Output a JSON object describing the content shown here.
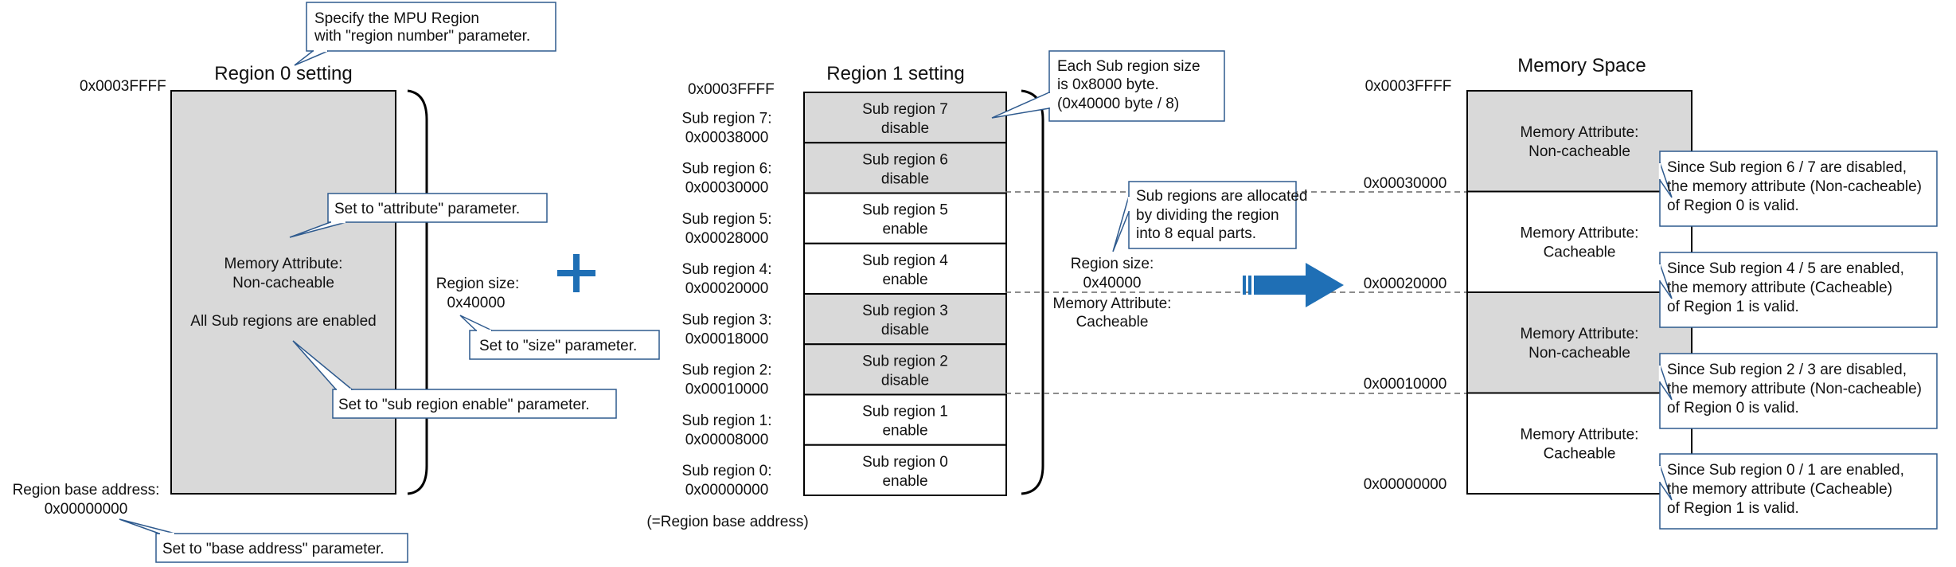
{
  "colors": {
    "line": "#000000",
    "disabled_fill": "#d9d9d9",
    "enabled_fill": "#ffffff",
    "callout_border": "#2e5a8e",
    "accent_blue": "#1f6fb5"
  },
  "icons": {
    "plus": "plus-icon",
    "arrow": "right-arrow-icon"
  },
  "region0": {
    "title": "Region 0 setting",
    "top_address": "0x0003FFFF",
    "attribute": [
      "Memory Attribute:",
      "Non-cacheable"
    ],
    "all_enabled": "All Sub regions are enabled",
    "size": [
      "Region size:",
      "0x40000"
    ],
    "base": [
      "Region base address:",
      "0x00000000"
    ]
  },
  "region1": {
    "title": "Region 1 setting",
    "top_address": "0x0003FFFF",
    "subregions": [
      {
        "name": "Sub region 7",
        "state": "disable",
        "boundary": [
          "Sub region 7:",
          "0x00038000"
        ]
      },
      {
        "name": "Sub region 6",
        "state": "disable",
        "boundary": [
          "Sub region 6:",
          "0x00030000"
        ]
      },
      {
        "name": "Sub region 5",
        "state": "enable",
        "boundary": [
          "Sub region 5:",
          "0x00028000"
        ]
      },
      {
        "name": "Sub region 4",
        "state": "enable",
        "boundary": [
          "Sub region 4:",
          "0x00020000"
        ]
      },
      {
        "name": "Sub region 3",
        "state": "disable",
        "boundary": [
          "Sub region 3:",
          "0x00018000"
        ]
      },
      {
        "name": "Sub region 2",
        "state": "disable",
        "boundary": [
          "Sub region 2:",
          "0x00010000"
        ]
      },
      {
        "name": "Sub region 1",
        "state": "enable",
        "boundary": [
          "Sub region 1:",
          "0x00008000"
        ]
      },
      {
        "name": "Sub region 0",
        "state": "enable",
        "boundary": [
          "Sub region 0:",
          "0x00000000"
        ]
      }
    ],
    "base_note": "(=Region base address)",
    "size": [
      "Region size:",
      "0x40000"
    ],
    "attribute": [
      "Memory Attribute:",
      "Cacheable"
    ]
  },
  "memory_space": {
    "title": "Memory Space",
    "addresses": [
      "0x0003FFFF",
      "0x00030000",
      "0x00020000",
      "0x00010000",
      "0x00000000"
    ],
    "blocks": [
      {
        "lines": [
          "Memory Attribute:",
          "Non-cacheable"
        ],
        "shaded": true
      },
      {
        "lines": [
          "Memory Attribute:",
          "Cacheable"
        ],
        "shaded": false
      },
      {
        "lines": [
          "Memory Attribute:",
          "Non-cacheable"
        ],
        "shaded": true
      },
      {
        "lines": [
          "Memory Attribute:",
          "Cacheable"
        ],
        "shaded": false
      }
    ]
  },
  "callouts": {
    "region_number": [
      "Specify the MPU Region",
      "with \"region number\" parameter."
    ],
    "attribute": [
      "Set to \"attribute\" parameter."
    ],
    "size": [
      "Set to \"size\" parameter."
    ],
    "subregion_enable": [
      "Set to \"sub region enable\" parameter."
    ],
    "base_address": [
      "Set to \"base address\" parameter."
    ],
    "subregion_size": [
      "Each Sub region size",
      "is 0x8000 byte.",
      "(0x40000 byte / 8)"
    ],
    "allocation": [
      "Sub regions are allocated",
      "by dividing the region",
      "into 8 equal parts."
    ],
    "note_67": [
      "Since Sub region 6 / 7 are disabled,",
      "the memory attribute (Non-cacheable)",
      "of Region 0 is valid."
    ],
    "note_45": [
      "Since Sub region 4 / 5 are enabled,",
      "the memory attribute (Cacheable)",
      "of Region 1 is valid."
    ],
    "note_23": [
      "Since Sub region 2 / 3 are disabled,",
      "the memory attribute (Non-cacheable)",
      "of Region 0 is valid."
    ],
    "note_01": [
      "Since Sub region 0 / 1 are enabled,",
      "the memory attribute (Cacheable)",
      "of Region 1 is valid."
    ]
  }
}
